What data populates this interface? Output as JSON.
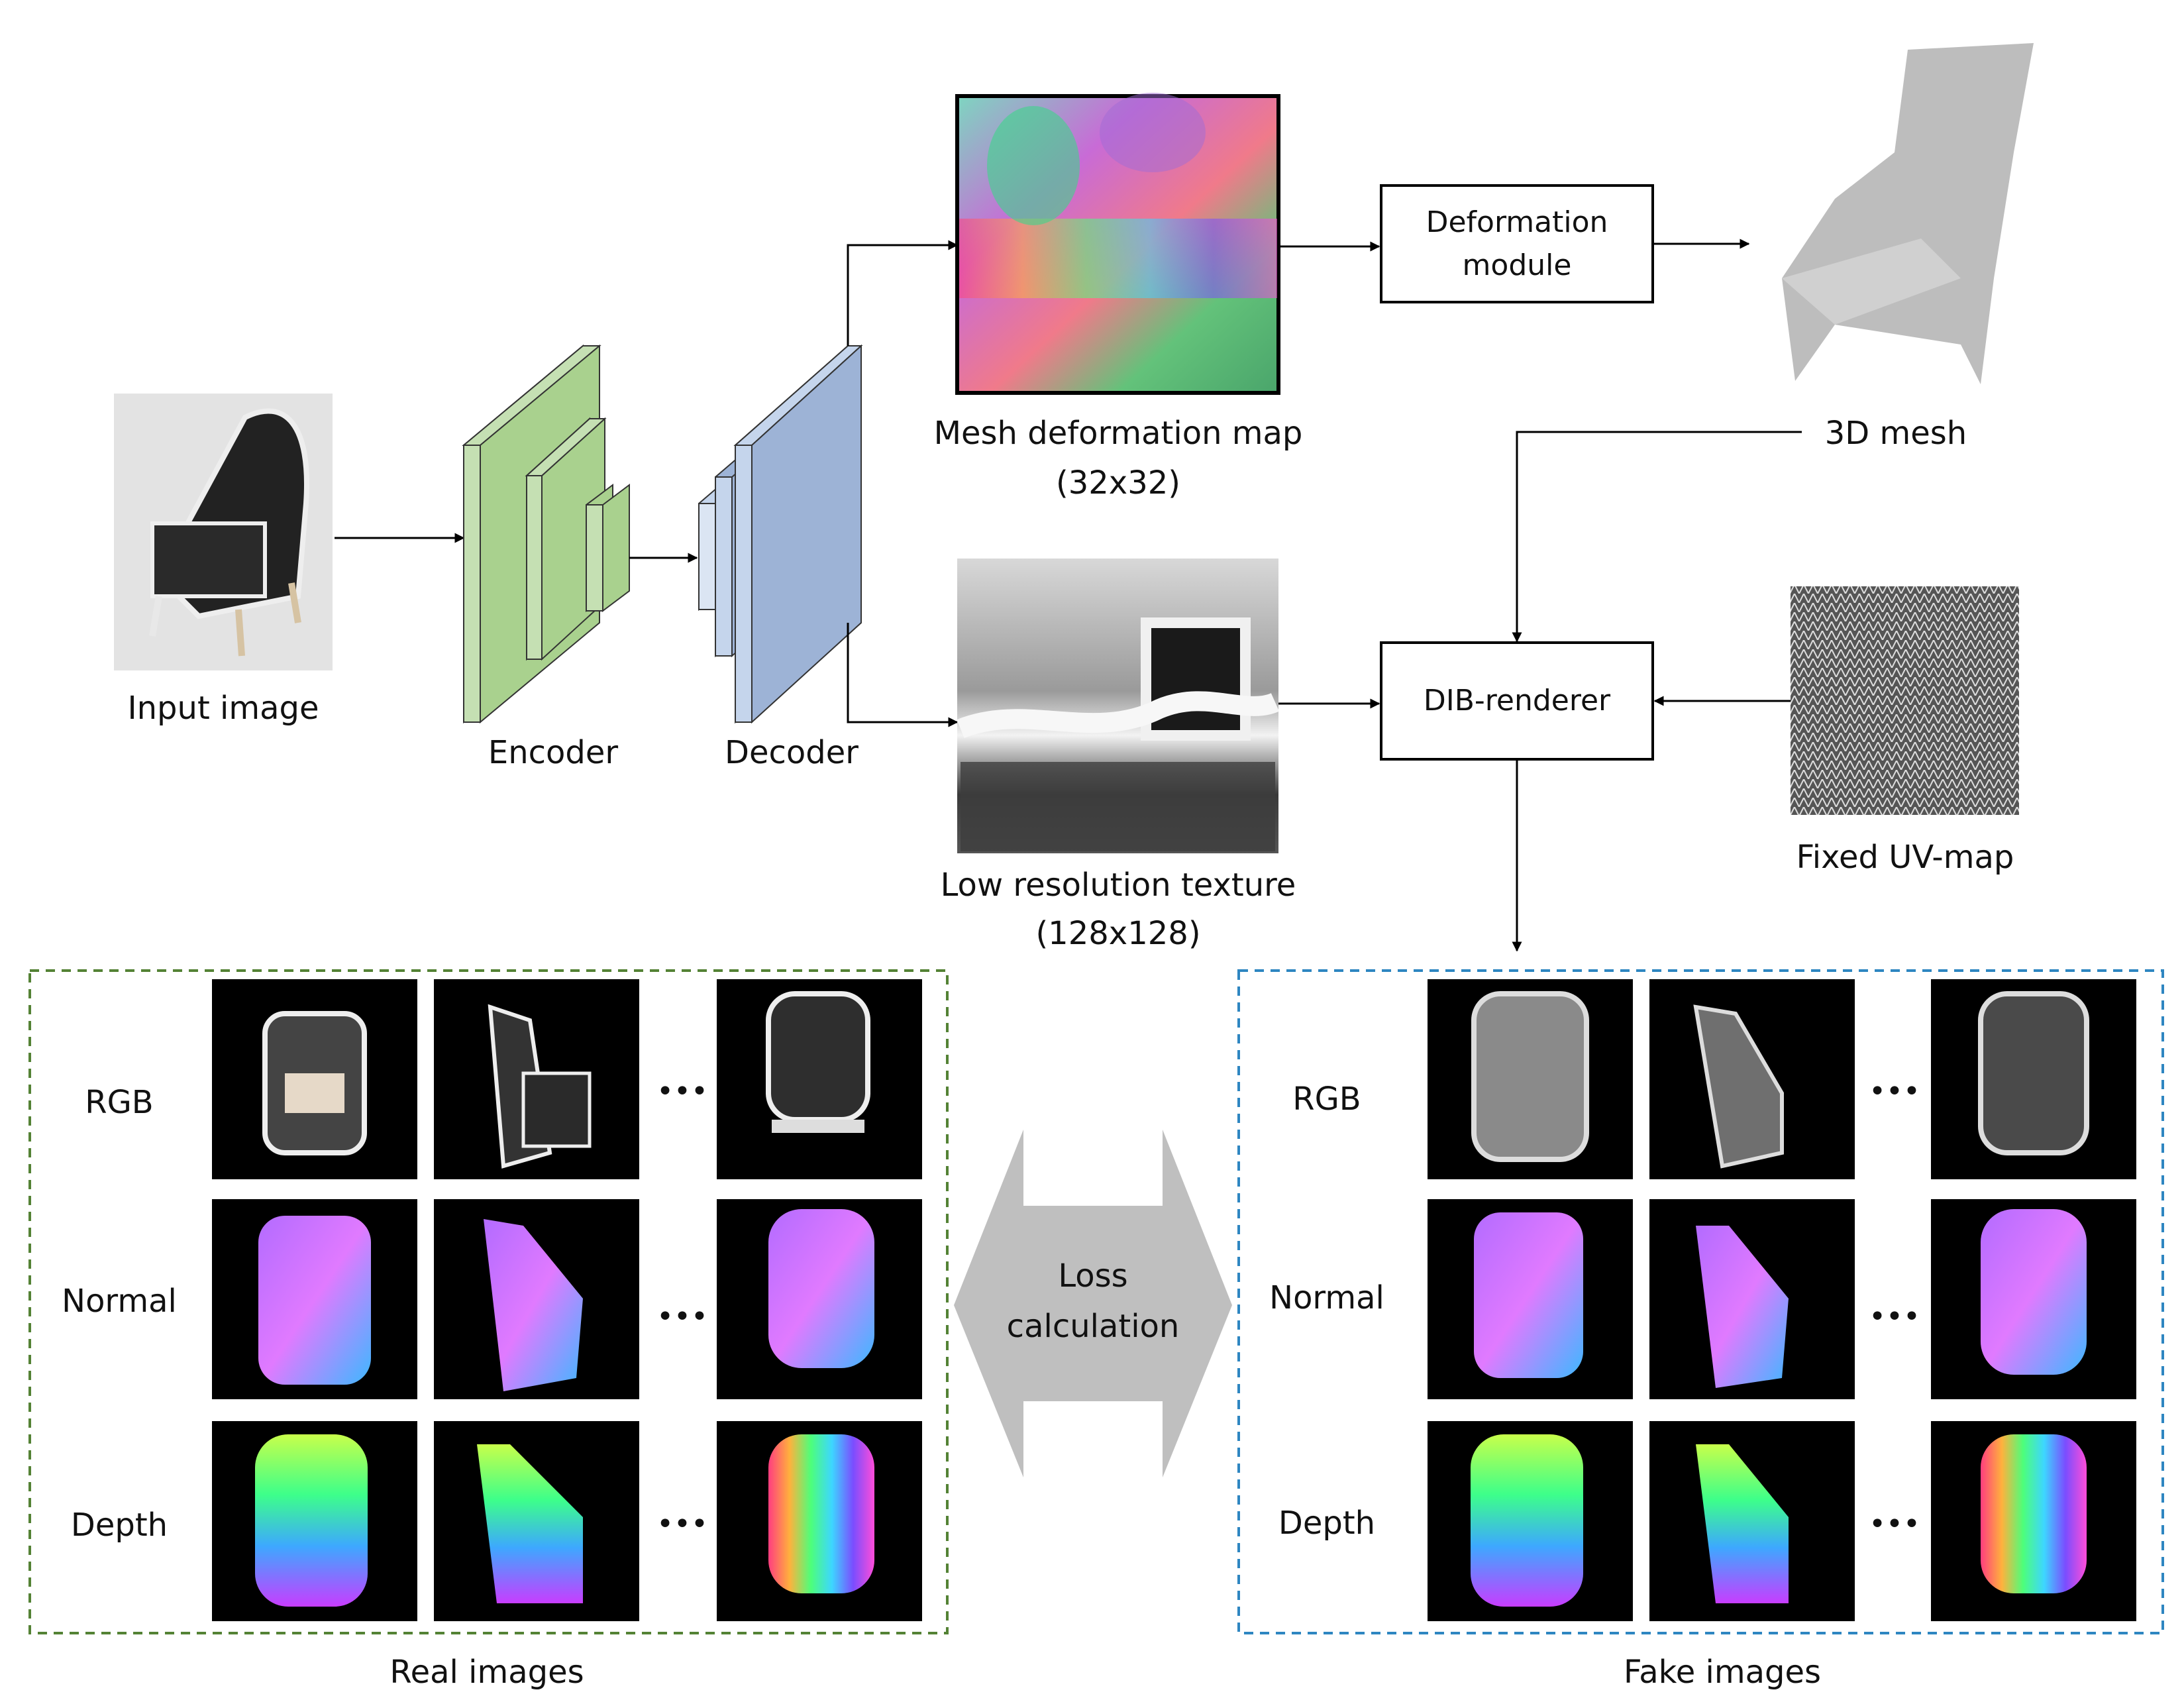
{
  "labels": {
    "input_image": "Input image",
    "encoder": "Encoder",
    "decoder": "Decoder",
    "mesh_map_line1": "Mesh deformation map",
    "mesh_map_line2": "(32x32)",
    "texture_line1": "Low resolution texture",
    "texture_line2": "(128x128)",
    "deformation_line1": "Deformation",
    "deformation_line2": "module",
    "mesh_3d": "3D mesh",
    "dib_renderer": "DIB-renderer",
    "uv_map": "Fixed UV-map",
    "loss_line1": "Loss",
    "loss_line2": "calculation",
    "real_images": "Real images",
    "fake_images": "Fake images"
  },
  "rows": [
    "RGB",
    "Normal",
    "Depth"
  ],
  "ellipsis": "•••",
  "colors": {
    "encoder_fill": "#a9d18e",
    "decoder_fill": "#9db3d6",
    "real_border": "#548235",
    "fake_border": "#2e86c1",
    "loss_arrow": "#bfbfbf",
    "arrow": "#000000"
  }
}
